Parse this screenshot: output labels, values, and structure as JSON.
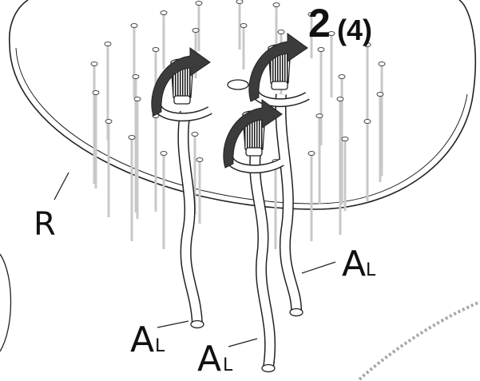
{
  "step": {
    "number": "2",
    "count": "(4)"
  },
  "labels": {
    "ring": "R",
    "hose_main": "A",
    "hose_sub": "L"
  },
  "colors": {
    "line": "#222222",
    "pin": "#c8c8c8",
    "arrow_fill": "#3c3c3c",
    "dashed": "#a8a8a8"
  },
  "icons": [
    "rotate-clockwise-arrow-icon",
    "threaded-fitting-icon",
    "flexible-hose-icon"
  ]
}
